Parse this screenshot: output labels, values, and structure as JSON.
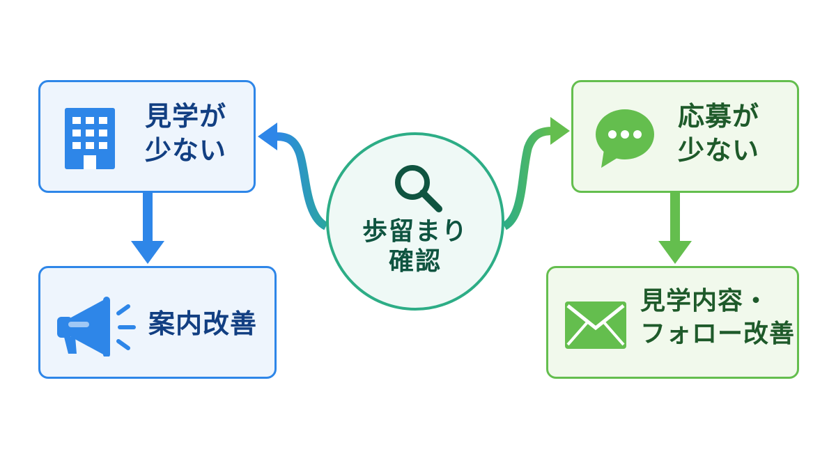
{
  "center": {
    "line1": "歩留まり",
    "line2": "確認"
  },
  "left_top": {
    "line1": "見学が",
    "line2": "少ない"
  },
  "left_bottom": {
    "line1": "案内改善"
  },
  "right_top": {
    "line1": "応募が",
    "line2": "少ない"
  },
  "right_bottom": {
    "line1": "見学内容・",
    "line2": "フォロー改善"
  },
  "icons": {
    "center": "search-icon",
    "left_top": "building-icon",
    "left_bottom": "megaphone-icon",
    "right_top": "chat-bubble-icon",
    "right_bottom": "envelope-icon"
  },
  "colors": {
    "blue": "#2e86e8",
    "green": "#64be4e",
    "teal": "#2dad86"
  }
}
